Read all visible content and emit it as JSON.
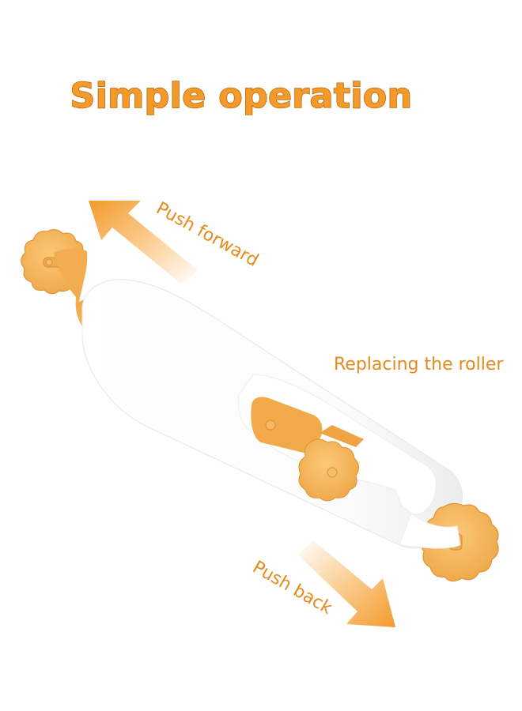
{
  "title": "Simple operation",
  "labels": {
    "push_forward": "Push forward",
    "replacing_roller": "Replacing the roller",
    "push_back": "Push back"
  },
  "colors": {
    "accent": "#f39a2b",
    "roller": "#f6b65c",
    "handle": "#ffffff"
  },
  "icons": {
    "forward_arrow": "arrow-up-left-icon",
    "back_arrow": "arrow-down-right-icon"
  }
}
